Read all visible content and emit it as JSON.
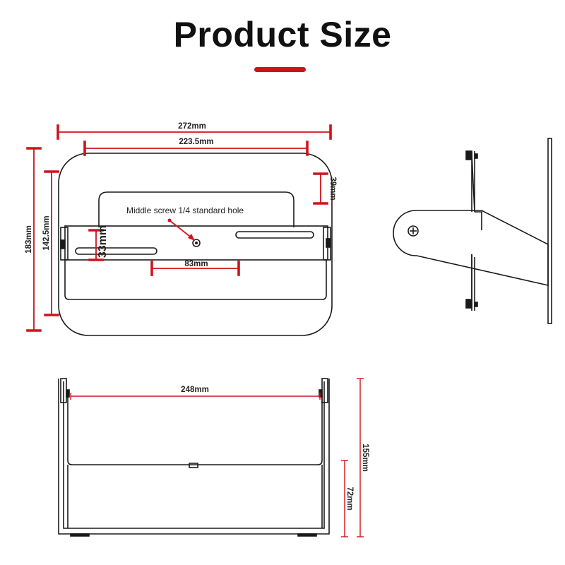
{
  "title": "Product Size",
  "colors": {
    "accent": "#d0121b",
    "line": "#1a1a1a"
  },
  "annotation": "Middle screw 1/4 standard hole",
  "front_view": {
    "overall_width": "272mm",
    "inner_width": "223.5mm",
    "overall_height": "183mm",
    "inner_height": "142.5mm",
    "plate_offset": "39mm",
    "slot_offset": "33mm",
    "slot_width": "83mm"
  },
  "bottom_view": {
    "span_width": "248mm",
    "total_height": "155mm",
    "lower_height": "72mm"
  },
  "side_view": {
    "screw_icon": "plus-screw-icon"
  }
}
